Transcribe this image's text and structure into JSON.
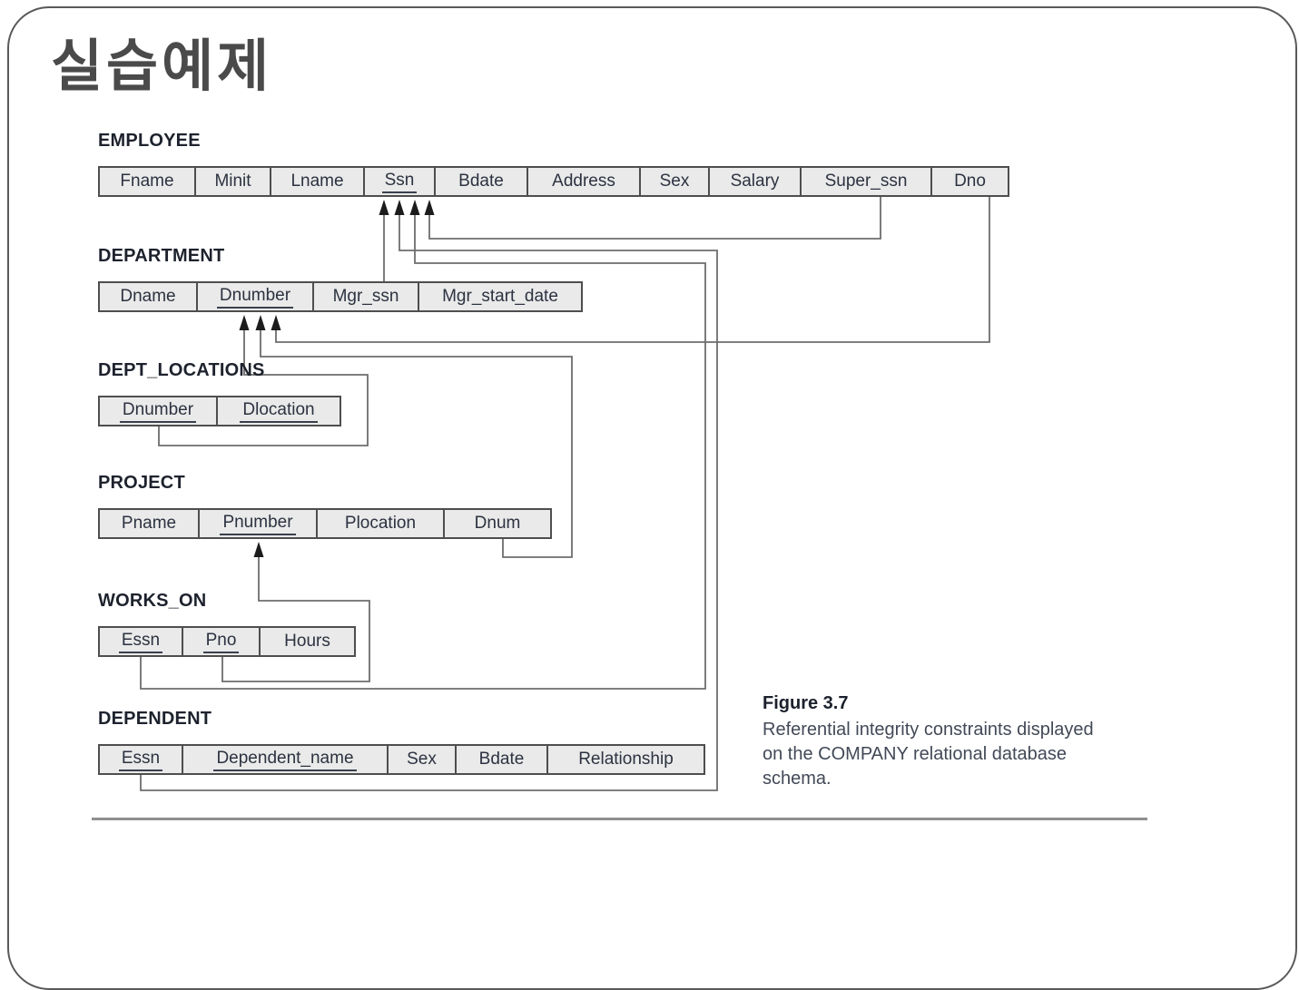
{
  "slide": {
    "title": "실습예제"
  },
  "schema": {
    "tables": [
      {
        "name": "EMPLOYEE",
        "columns": [
          {
            "label": "Fname",
            "pk": false
          },
          {
            "label": "Minit",
            "pk": false
          },
          {
            "label": "Lname",
            "pk": false
          },
          {
            "label": "Ssn",
            "pk": true
          },
          {
            "label": "Bdate",
            "pk": false
          },
          {
            "label": "Address",
            "pk": false
          },
          {
            "label": "Sex",
            "pk": false
          },
          {
            "label": "Salary",
            "pk": false
          },
          {
            "label": "Super_ssn",
            "pk": false
          },
          {
            "label": "Dno",
            "pk": false
          }
        ]
      },
      {
        "name": "DEPARTMENT",
        "columns": [
          {
            "label": "Dname",
            "pk": false
          },
          {
            "label": "Dnumber",
            "pk": true
          },
          {
            "label": "Mgr_ssn",
            "pk": false
          },
          {
            "label": "Mgr_start_date",
            "pk": false
          }
        ]
      },
      {
        "name": "DEPT_LOCATIONS",
        "columns": [
          {
            "label": "Dnumber",
            "pk": true
          },
          {
            "label": "Dlocation",
            "pk": true
          }
        ]
      },
      {
        "name": "PROJECT",
        "columns": [
          {
            "label": "Pname",
            "pk": false
          },
          {
            "label": "Pnumber",
            "pk": true
          },
          {
            "label": "Plocation",
            "pk": false
          },
          {
            "label": "Dnum",
            "pk": false
          }
        ]
      },
      {
        "name": "WORKS_ON",
        "columns": [
          {
            "label": "Essn",
            "pk": true
          },
          {
            "label": "Pno",
            "pk": true
          },
          {
            "label": "Hours",
            "pk": false
          }
        ]
      },
      {
        "name": "DEPENDENT",
        "columns": [
          {
            "label": "Essn",
            "pk": true
          },
          {
            "label": "Dependent_name",
            "pk": true
          },
          {
            "label": "Sex",
            "pk": false
          },
          {
            "label": "Bdate",
            "pk": false
          },
          {
            "label": "Relationship",
            "pk": false
          }
        ]
      }
    ],
    "relationships": [
      {
        "id": "mgr_ssn_to_ssn",
        "from": "DEPARTMENT.Mgr_ssn",
        "to": "EMPLOYEE.Ssn"
      },
      {
        "id": "super_ssn_to_ssn",
        "from": "EMPLOYEE.Super_ssn",
        "to": "EMPLOYEE.Ssn"
      },
      {
        "id": "dependent_essn_to_ssn",
        "from": "DEPENDENT.Essn",
        "to": "EMPLOYEE.Ssn"
      },
      {
        "id": "works_on_essn_to_ssn",
        "from": "WORKS_ON.Essn",
        "to": "EMPLOYEE.Ssn"
      },
      {
        "id": "dept_locations_dnumber_to_dnumber",
        "from": "DEPT_LOCATIONS.Dnumber",
        "to": "DEPARTMENT.Dnumber"
      },
      {
        "id": "project_dnum_to_dnumber",
        "from": "PROJECT.Dnum",
        "to": "DEPARTMENT.Dnumber"
      },
      {
        "id": "employee_dno_to_dnumber",
        "from": "EMPLOYEE.Dno",
        "to": "DEPARTMENT.Dnumber"
      },
      {
        "id": "works_on_pno_to_pnumber",
        "from": "WORKS_ON.Pno",
        "to": "PROJECT.Pnumber"
      }
    ]
  },
  "caption": {
    "title": "Figure 3.7",
    "lines": [
      "Referential integrity constraints displayed",
      "on the COMPANY relational database",
      "schema."
    ]
  },
  "colors": {
    "connector_line": "#6d6d6d",
    "arrowhead": "#1c1c1c",
    "cell_fill": "#eaeaea",
    "cell_border": "#4e4e4e",
    "title_text": "#4a4a4a",
    "frame_border": "#595959"
  }
}
